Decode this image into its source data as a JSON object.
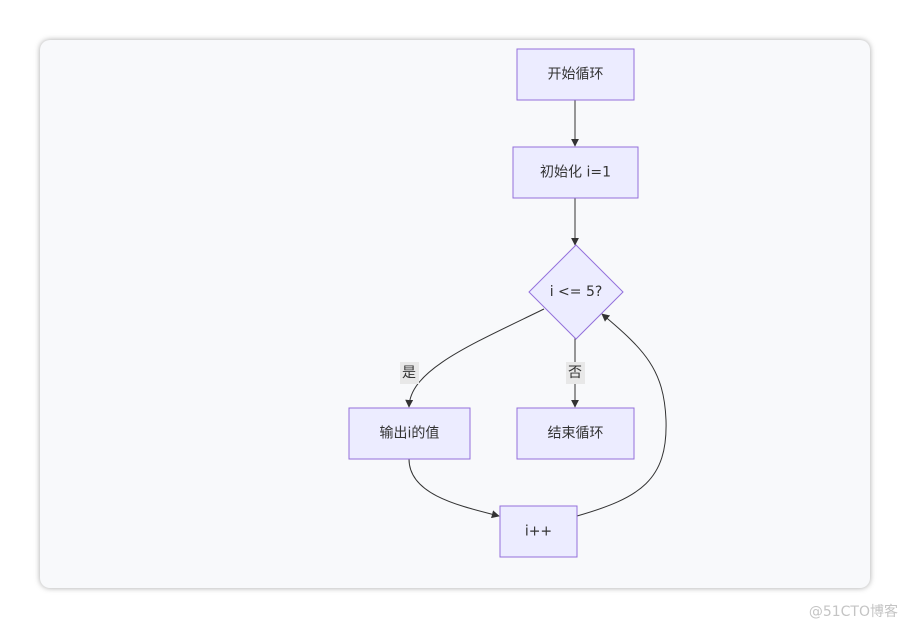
{
  "diagram": {
    "nodes": {
      "start": "开始循环",
      "init": "初始化 i=1",
      "cond": "i <= 5?",
      "output": "输出i的值",
      "end": "结束循环",
      "incr": "i++"
    },
    "edges": {
      "yes": "是",
      "no": "否"
    }
  },
  "colors": {
    "node_fill": "#ececff",
    "node_stroke": "#9370db",
    "edge_stroke": "#333333",
    "label_bg": "#e8e8e8"
  },
  "watermark": "@51CTO博客"
}
